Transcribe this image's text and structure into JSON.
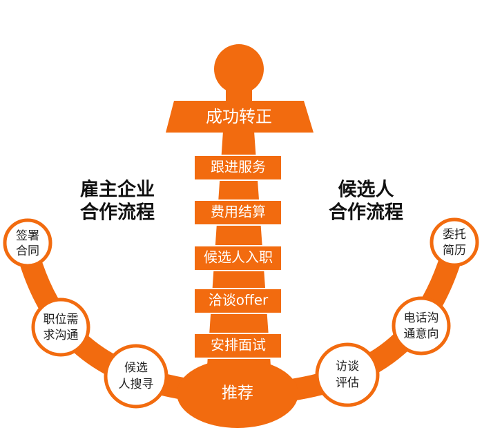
{
  "colors": {
    "primary": "#f26b0f",
    "node_border": "#f26b0f",
    "node_fill": "#ffffff",
    "text_dark": "#111111"
  },
  "top_box": {
    "label": "成功转正"
  },
  "steps": [
    {
      "label": "跟进服务"
    },
    {
      "label": "费用结算"
    },
    {
      "label": "候选人入职"
    },
    {
      "label": "洽谈offer"
    },
    {
      "label": "安排面试"
    }
  ],
  "bottom": {
    "label": "推荐"
  },
  "left": {
    "title_lines": [
      "雇主企业",
      "合作流程"
    ],
    "nodes": [
      {
        "lines": [
          "签署",
          "合同"
        ]
      },
      {
        "lines": [
          "职位需",
          "求沟通"
        ]
      },
      {
        "lines": [
          "候选",
          "人搜寻"
        ]
      }
    ]
  },
  "right": {
    "title_lines": [
      "候选人",
      "合作流程"
    ],
    "nodes": [
      {
        "lines": [
          "委托",
          "简历"
        ]
      },
      {
        "lines": [
          "电话沟",
          "通意向"
        ]
      },
      {
        "lines": [
          "访谈",
          "评估"
        ]
      }
    ]
  }
}
